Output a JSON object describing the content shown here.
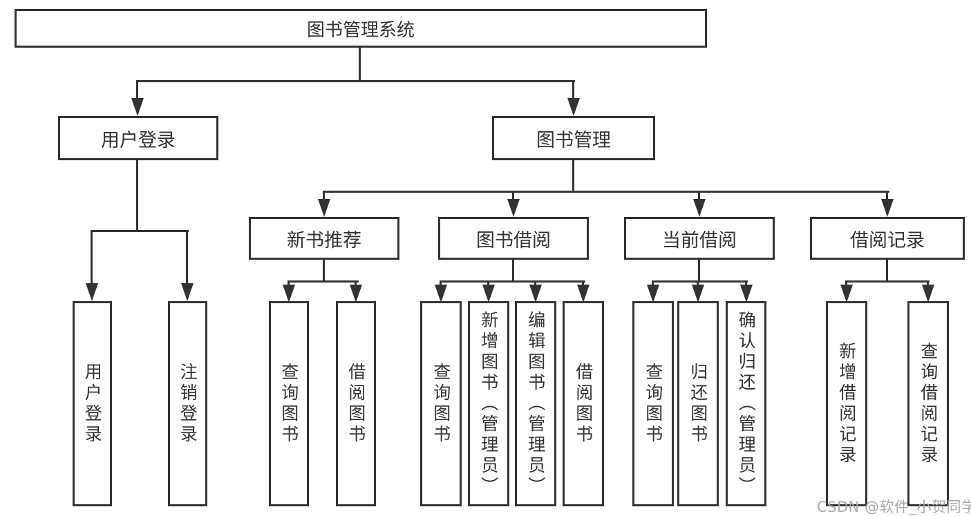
{
  "nodes": {
    "root": "图书管理系统",
    "user_login": "用户登录",
    "book_mgmt": "图书管理",
    "new_book_rec": "新书推荐",
    "book_borrow": "图书借阅",
    "current_borrow": "当前借阅",
    "borrow_record": "借阅记录",
    "leaf_user_login": "用户登录",
    "leaf_logout": "注销登录",
    "leaf_query_book_a": "查询图书",
    "leaf_borrow_book_a": "借阅图书",
    "leaf_query_book_b": "查询图书",
    "leaf_add_book": "新增图书（管理员）",
    "leaf_edit_book": "编辑图书（管理员）",
    "leaf_borrow_book_b": "借阅图书",
    "leaf_query_book_c": "查询图书",
    "leaf_return_book": "归还图书",
    "leaf_confirm_return": "确认归还（管理员）",
    "leaf_add_record": "新增借阅记录",
    "leaf_query_record": "查询借阅记录"
  },
  "watermark": "CSDN @软件_小贺同学",
  "colors": {
    "line": "#333333",
    "text": "#333333",
    "watermark": "#a5a5a8",
    "background": "#ffffff"
  }
}
